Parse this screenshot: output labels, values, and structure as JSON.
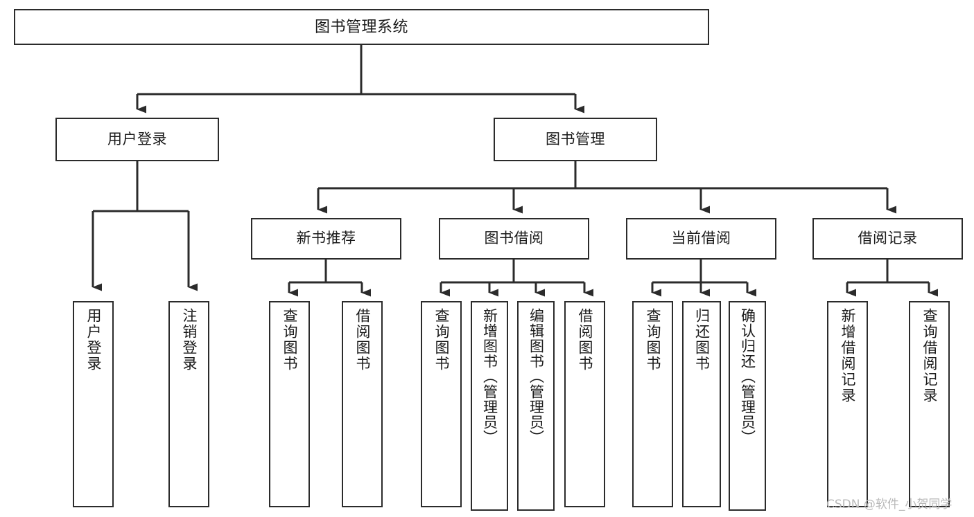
{
  "diagram": {
    "title": "图书管理系统",
    "type": "tree-hierarchy",
    "root": {
      "id": "root",
      "label": "图书管理系统"
    },
    "level2": [
      {
        "id": "user-login",
        "label": "用户登录"
      },
      {
        "id": "book-manage",
        "label": "图书管理"
      }
    ],
    "level3": [
      {
        "id": "new-book-rec",
        "label": "新书推荐",
        "parent": "book-manage"
      },
      {
        "id": "book-borrow",
        "label": "图书借阅",
        "parent": "book-manage"
      },
      {
        "id": "current-borrow",
        "label": "当前借阅",
        "parent": "book-manage"
      },
      {
        "id": "borrow-record",
        "label": "借阅记录",
        "parent": "book-manage"
      }
    ],
    "leaves": {
      "user_login": [
        {
          "id": "leaf-user-login",
          "label": "用户登录"
        },
        {
          "id": "leaf-logout",
          "label": "注销登录"
        }
      ],
      "new_book_rec": [
        {
          "id": "leaf-query-book-1",
          "label": "查询图书"
        },
        {
          "id": "leaf-borrow-book-1",
          "label": "借阅图书"
        }
      ],
      "book_borrow": [
        {
          "id": "leaf-query-book-2",
          "label": "查询图书"
        },
        {
          "id": "leaf-add-book",
          "label": "新增图书（管理员）"
        },
        {
          "id": "leaf-edit-book",
          "label": "编辑图书（管理员）"
        },
        {
          "id": "leaf-borrow-book-2",
          "label": "借阅图书"
        }
      ],
      "current_borrow": [
        {
          "id": "leaf-query-book-3",
          "label": "查询图书"
        },
        {
          "id": "leaf-return-book",
          "label": "归还图书"
        },
        {
          "id": "leaf-confirm-return",
          "label": "确认归还（管理员）"
        }
      ],
      "borrow_record": [
        {
          "id": "leaf-add-record",
          "label": "新增借阅记录"
        },
        {
          "id": "leaf-query-record",
          "label": "查询借阅记录"
        }
      ]
    }
  },
  "watermark": {
    "text": "CSDN @软件_小贺同学"
  },
  "colors": {
    "stroke": "#2b2b2b",
    "background": "#ffffff",
    "text": "#1a1a1a",
    "watermark": "#b9b9b9"
  }
}
